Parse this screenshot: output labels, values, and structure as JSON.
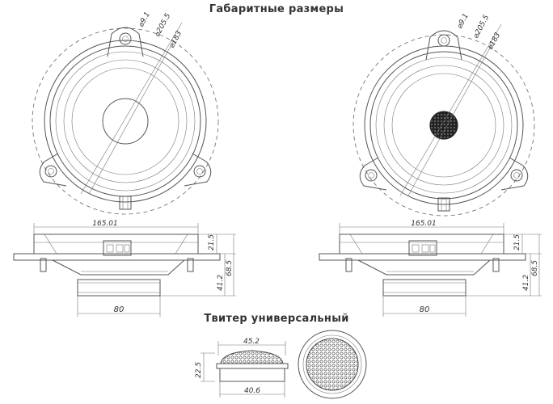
{
  "titles": {
    "main": "Габаритные размеры",
    "tweeter": "Твитер универсальный"
  },
  "dims": {
    "mount_hole": "⌀9.1",
    "outer_dia": "⌀205.5",
    "inner_dia": "⌀183",
    "width": "165.01",
    "flange": "21.5",
    "total_depth": "68.5",
    "body_depth": "41.2",
    "magnet": "80",
    "tw_top": "45.2",
    "tw_height": "22.5",
    "tw_bottom": "40.6"
  }
}
